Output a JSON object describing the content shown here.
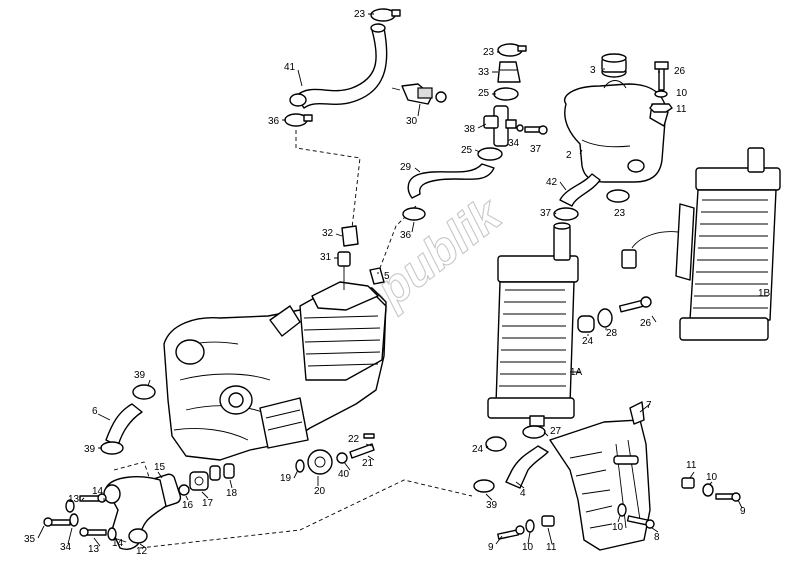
{
  "watermark": "PartsRepublik",
  "callouts": [
    {
      "id": "c23a",
      "label": "23"
    },
    {
      "id": "c41",
      "label": "41"
    },
    {
      "id": "c36a",
      "label": "36"
    },
    {
      "id": "c30",
      "label": "30"
    },
    {
      "id": "c23b",
      "label": "23"
    },
    {
      "id": "c33",
      "label": "33"
    },
    {
      "id": "c25a",
      "label": "25"
    },
    {
      "id": "c38",
      "label": "38"
    },
    {
      "id": "c34a",
      "label": "34"
    },
    {
      "id": "c37a",
      "label": "37"
    },
    {
      "id": "c25b",
      "label": "25"
    },
    {
      "id": "c29",
      "label": "29"
    },
    {
      "id": "c36b",
      "label": "36"
    },
    {
      "id": "c3",
      "label": "3"
    },
    {
      "id": "c26a",
      "label": "26"
    },
    {
      "id": "c10a",
      "label": "10"
    },
    {
      "id": "c11a",
      "label": "11"
    },
    {
      "id": "c2",
      "label": "2"
    },
    {
      "id": "c42",
      "label": "42"
    },
    {
      "id": "c23c",
      "label": "23"
    },
    {
      "id": "c37b",
      "label": "37"
    },
    {
      "id": "c32",
      "label": "32"
    },
    {
      "id": "c31",
      "label": "31"
    },
    {
      "id": "c5",
      "label": "5"
    },
    {
      "id": "c1B",
      "label": "1B"
    },
    {
      "id": "c24a",
      "label": "24"
    },
    {
      "id": "c28",
      "label": "28"
    },
    {
      "id": "c26b",
      "label": "26"
    },
    {
      "id": "c1A",
      "label": "1A"
    },
    {
      "id": "c39a",
      "label": "39"
    },
    {
      "id": "c6",
      "label": "6"
    },
    {
      "id": "c39b",
      "label": "39"
    },
    {
      "id": "c22",
      "label": "22"
    },
    {
      "id": "c21",
      "label": "21"
    },
    {
      "id": "c19",
      "label": "19"
    },
    {
      "id": "c40",
      "label": "40"
    },
    {
      "id": "c20",
      "label": "20"
    },
    {
      "id": "c15",
      "label": "15"
    },
    {
      "id": "c16",
      "label": "16"
    },
    {
      "id": "c17",
      "label": "17"
    },
    {
      "id": "c18",
      "label": "18"
    },
    {
      "id": "c13a",
      "label": "13"
    },
    {
      "id": "c14a",
      "label": "14"
    },
    {
      "id": "c13b",
      "label": "13"
    },
    {
      "id": "c14b",
      "label": "14"
    },
    {
      "id": "c35",
      "label": "35"
    },
    {
      "id": "c34b",
      "label": "34"
    },
    {
      "id": "c12",
      "label": "12"
    },
    {
      "id": "c24b",
      "label": "24"
    },
    {
      "id": "c27",
      "label": "27"
    },
    {
      "id": "c4",
      "label": "4"
    },
    {
      "id": "c39c",
      "label": "39"
    },
    {
      "id": "c7",
      "label": "7"
    },
    {
      "id": "c11b",
      "label": "11"
    },
    {
      "id": "c10b",
      "label": "10"
    },
    {
      "id": "c9a",
      "label": "9"
    },
    {
      "id": "c10c",
      "label": "10"
    },
    {
      "id": "c9b",
      "label": "9"
    },
    {
      "id": "c10d",
      "label": "10"
    },
    {
      "id": "c11c",
      "label": "11"
    },
    {
      "id": "c8",
      "label": "8"
    }
  ]
}
